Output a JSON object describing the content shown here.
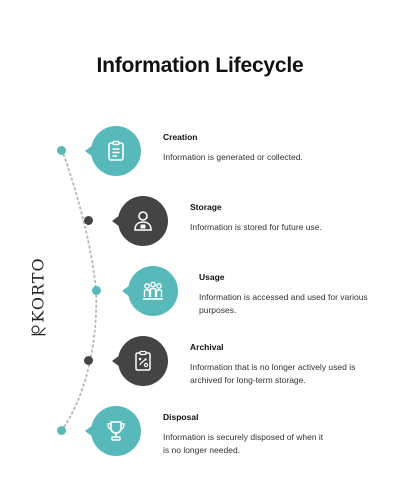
{
  "title": "Information Lifecycle",
  "brand": "KORTO",
  "colors": {
    "teal": "#58b9bb",
    "dark": "#444444",
    "dotted_line": "#bdbdbd"
  },
  "steps": [
    {
      "title": "Creation",
      "description": "Information is generated or collected.",
      "icon": "clipboard-list-icon",
      "color": "teal"
    },
    {
      "title": "Storage",
      "description": "Information is stored for future use.",
      "icon": "user-lock-icon",
      "color": "dark"
    },
    {
      "title": "Usage",
      "description": "Information is accessed and used for various purposes.",
      "icon": "group-icon",
      "color": "teal"
    },
    {
      "title": "Archival",
      "description": "Information that is no longer actively used is archived for long-term storage.",
      "icon": "strategy-board-icon",
      "color": "dark"
    },
    {
      "title": "Disposal",
      "description": "Information is securely disposed of when it is no longer needed.",
      "icon": "trophy-icon",
      "color": "teal"
    }
  ]
}
